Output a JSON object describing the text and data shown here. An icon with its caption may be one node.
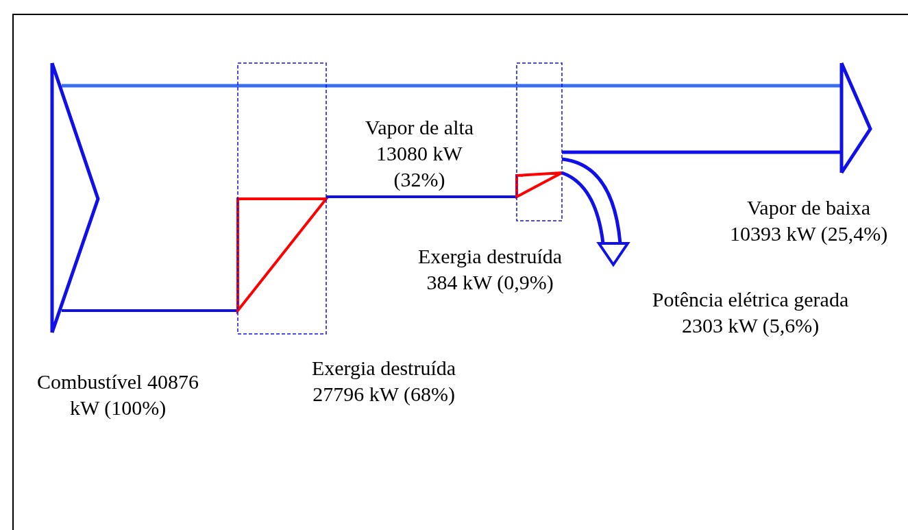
{
  "diagram": {
    "labels": [
      "Vapor de alta 13080 kW (32%)",
      "Exergia destruída 384 kW (0,9%)",
      "Vapor de baixa 10393 kW (25,4%)",
      "Potência elétrica gerada 2303 kW (5,6%)",
      "Exergia destruída 27796 kW (68%)",
      "Combustível 40876 kW (100%)"
    ]
  }
}
